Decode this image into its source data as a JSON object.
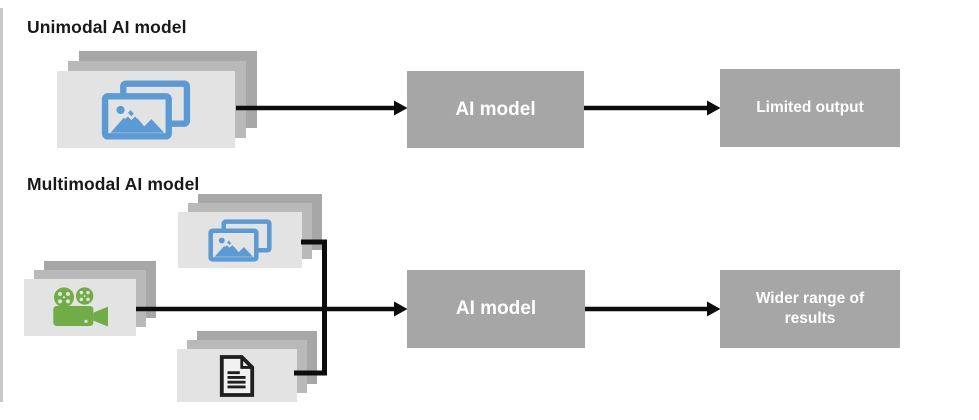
{
  "unimodal": {
    "title": "Unimodal AI model",
    "input_icon": "image-stack-icon",
    "model_label": "AI model",
    "output_label": "Limited output"
  },
  "multimodal": {
    "title": "Multimodal AI model",
    "input_icons": [
      "image-stack-icon",
      "video-camera-icon",
      "document-icon"
    ],
    "model_label": "AI model",
    "output_label": "Wider range of results"
  },
  "colors": {
    "background": "#ffffff",
    "box_gray": "#a6a6a6",
    "card_front": "#e4e3e3",
    "card_middle": "#b9b9b9",
    "card_back": "#a7a7a7",
    "arrow_black": "#0d0d0d",
    "icon_blue": "#5b9bd5",
    "icon_green": "#70ad47",
    "icon_black": "#1f1f1f",
    "title_text": "#191919",
    "box_text": "#ffffff"
  }
}
